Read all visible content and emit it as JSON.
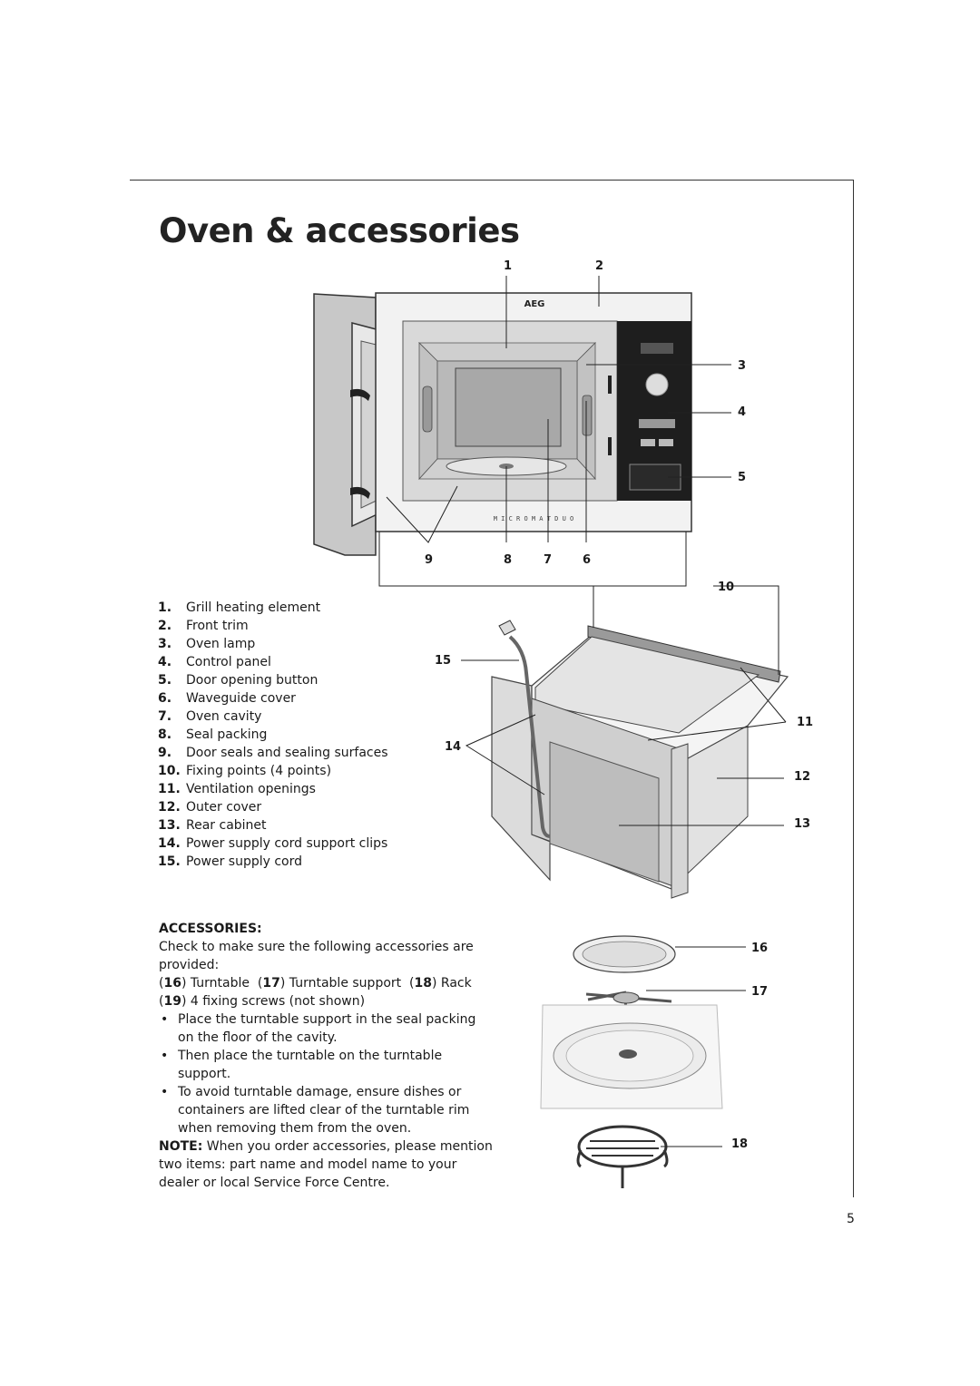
{
  "page": {
    "title": "Oven & accessories",
    "page_number": "5"
  },
  "figure_oven": {
    "brand": "AEG",
    "model_text": "M I C R O M A T   D U O",
    "callouts": [
      "1",
      "2",
      "3",
      "4",
      "5",
      "6",
      "7",
      "8",
      "9",
      "10",
      "11",
      "12",
      "13",
      "14",
      "15"
    ]
  },
  "figure_accessories": {
    "callouts": [
      "16",
      "17",
      "18"
    ]
  },
  "parts": [
    {
      "num": "1.",
      "label": "Grill heating element"
    },
    {
      "num": "2.",
      "label": "Front trim"
    },
    {
      "num": "3.",
      "label": "Oven lamp"
    },
    {
      "num": "4.",
      "label": "Control panel"
    },
    {
      "num": "5.",
      "label": "Door opening button"
    },
    {
      "num": "6.",
      "label": "Waveguide cover"
    },
    {
      "num": "7.",
      "label": "Oven cavity"
    },
    {
      "num": "8.",
      "label": "Seal packing"
    },
    {
      "num": "9.",
      "label": "Door seals and sealing surfaces"
    },
    {
      "num": "10.",
      "label": "Fixing points (4 points)"
    },
    {
      "num": "11.",
      "label": "Ventilation openings"
    },
    {
      "num": "12.",
      "label": "Outer cover"
    },
    {
      "num": "13.",
      "label": "Rear cabinet"
    },
    {
      "num": "14.",
      "label": "Power supply cord support clips"
    },
    {
      "num": "15.",
      "label": "Power supply cord"
    }
  ],
  "accessories": {
    "heading": "ACCESSORIES:",
    "intro": "Check to make sure the following accessories are provided:",
    "items_line1": {
      "n16": "16",
      "t16": "Turntable",
      "n17": "17",
      "t17": "Turntable support",
      "n18": "18",
      "t18": "Rack"
    },
    "items_line2": {
      "n19": "19",
      "t19": "4 fixing screws (not shown)"
    },
    "bullets": [
      "Place the turntable support in the seal packing on the floor of the cavity.",
      "Then place the turntable on the turntable support.",
      "To avoid turntable damage, ensure dishes or containers are lifted clear of the turntable rim when removing them from the oven."
    ],
    "note_label": "NOTE:",
    "note_text": "When you order accessories, please mention two items: part name and model name to your dealer or local Service Force Centre."
  }
}
